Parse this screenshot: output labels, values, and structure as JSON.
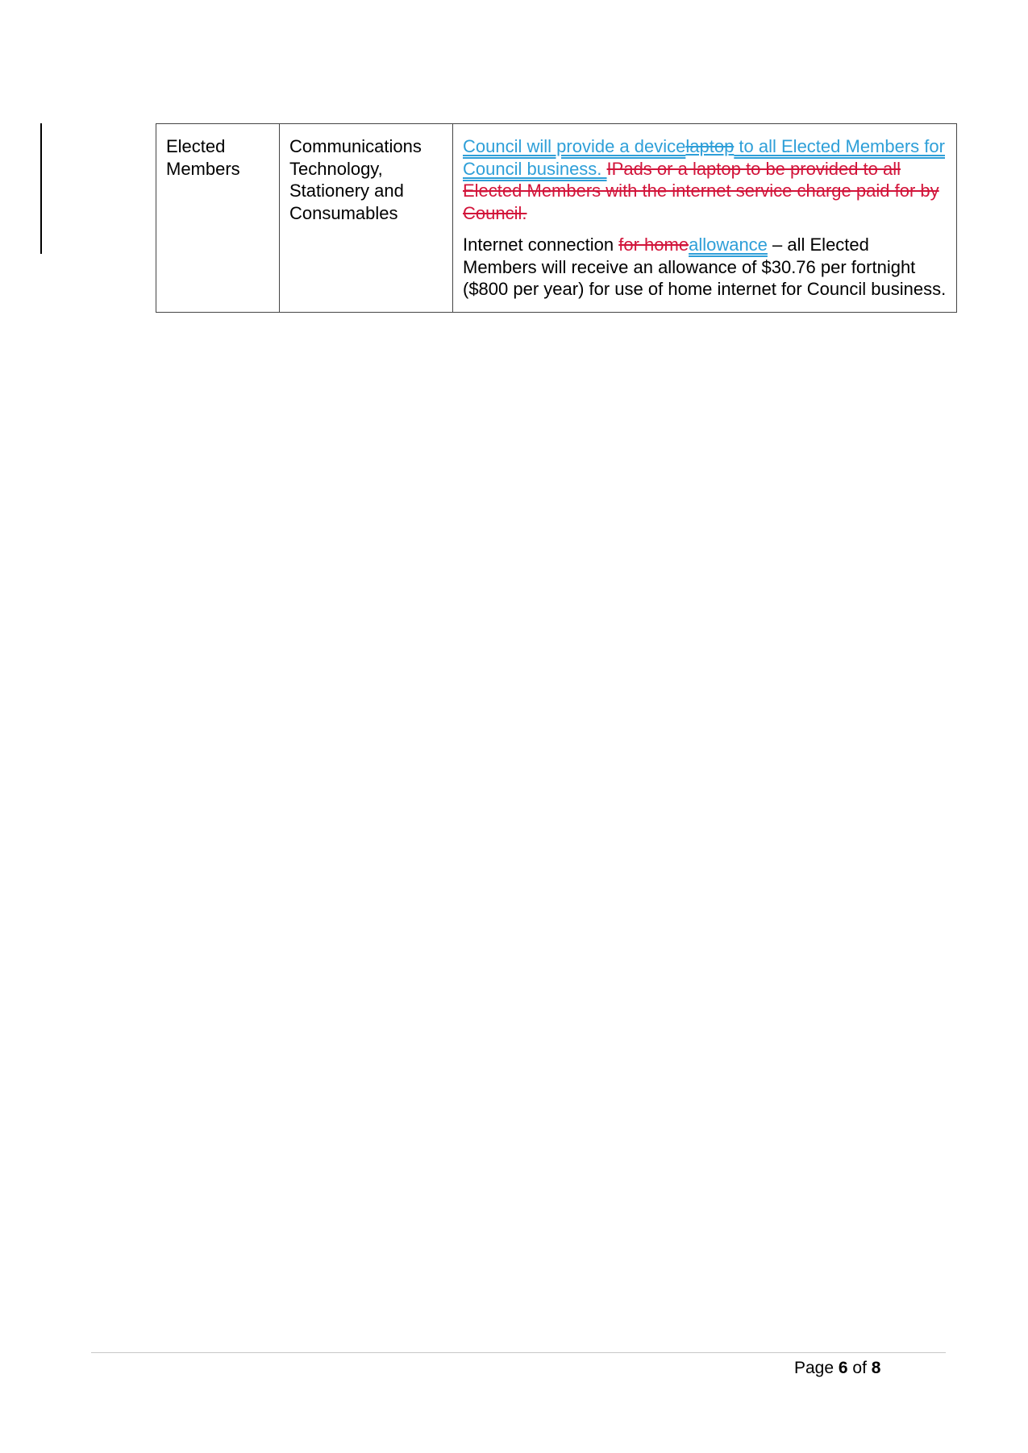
{
  "table": {
    "row": {
      "col1": "Elected Members",
      "col2": "Communications Technology, Stationery and Consumables",
      "para1": {
        "ins_1": "Council will provide a device",
        "del_inline": "laptop",
        "ins_2": " to all Elected Members for Council business.  ",
        "del_long": "IPads or a laptop to be provided to all Elected Members with the internet service charge paid for by Council."
      },
      "para2": {
        "text_start": "Internet connection ",
        "del_word": "for home",
        "ins_word": "allowance",
        "text_end": " – all Elected Members will receive an allowance of $30.76 per fortnight ($800 per year) for use of home internet for Council business."
      }
    }
  },
  "footer": {
    "page_word": "Page ",
    "page_current": "6",
    "page_of": " of ",
    "page_total": "8"
  },
  "colors": {
    "insertion": "#2e9fd8",
    "deletion": "#d2143a",
    "text": "#000000"
  }
}
